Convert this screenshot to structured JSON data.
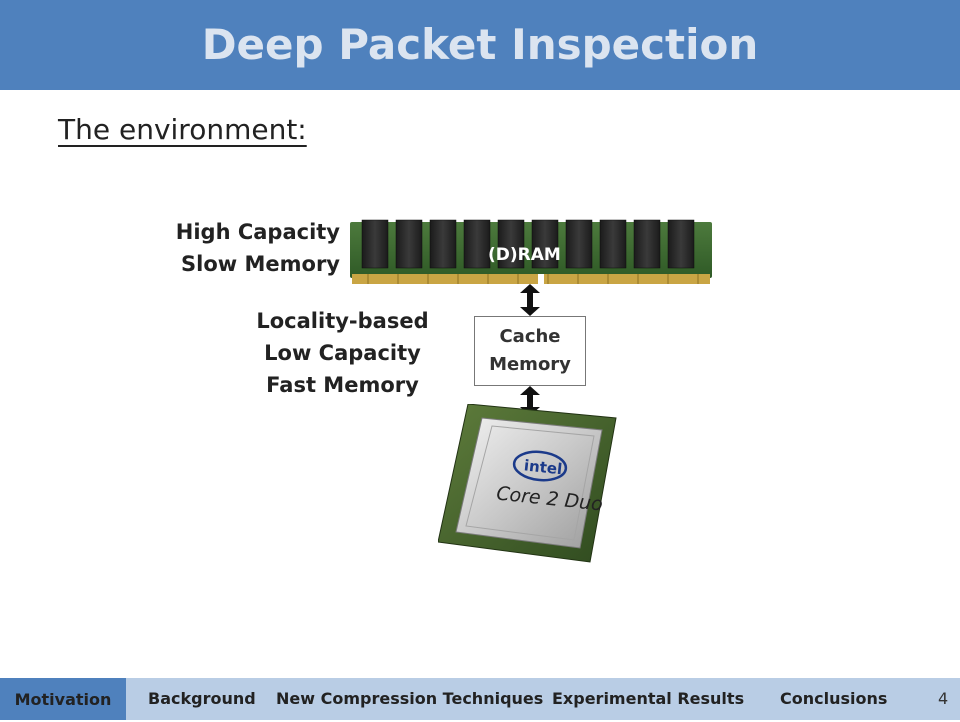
{
  "header": {
    "title": "Deep Packet Inspection"
  },
  "main": {
    "subtitle": "The environment:",
    "ram_labels": [
      "High Capacity",
      "Slow Memory"
    ],
    "cache_labels": [
      "Locality-based",
      "Low Capacity",
      "Fast Memory"
    ],
    "ram_chip_label": "(D)RAM",
    "cache_box_lines": [
      "Cache",
      "Memory"
    ],
    "cpu_brand": "intel",
    "cpu_model": "Core 2 Duo"
  },
  "footer": {
    "active_tab": "Motivation",
    "tabs": [
      "Background",
      "New Compression Techniques",
      "Experimental Results",
      "Conclusions"
    ],
    "page_number": "4"
  },
  "colors": {
    "title_bar": "#4f81bd",
    "footer_bar": "#b9cde5",
    "active_tab": "#4f81bd"
  }
}
